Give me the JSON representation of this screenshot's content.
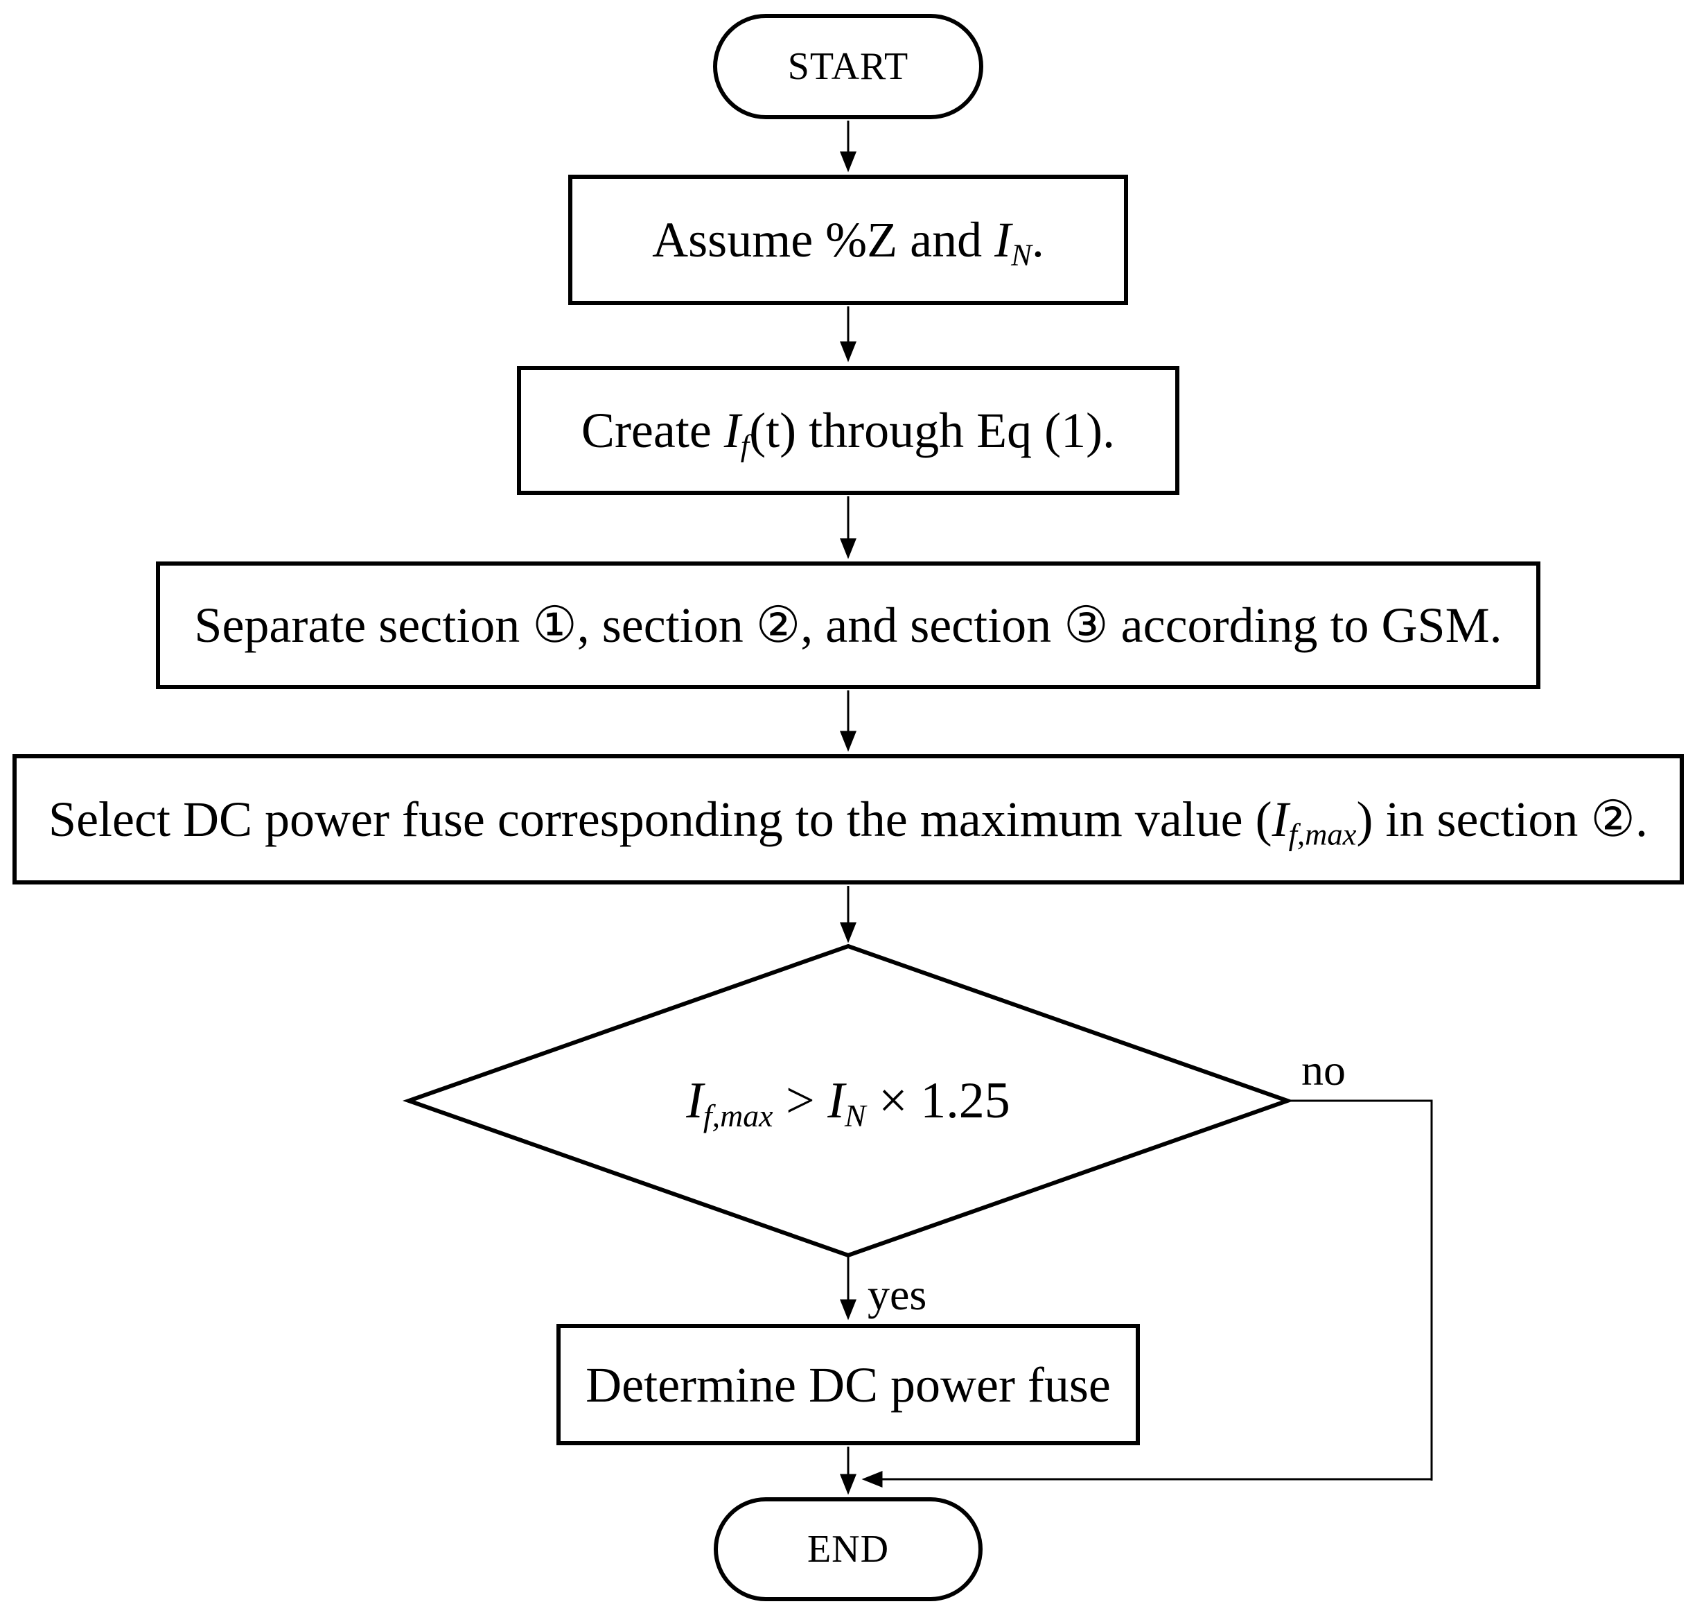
{
  "figure": {
    "type": "flowchart",
    "background_color": "#ffffff",
    "line_color": "#000000",
    "nodes": {
      "start": {
        "shape": "terminator",
        "label": "START"
      },
      "assume": {
        "shape": "process",
        "parts": [
          "Assume %Z and ",
          "I",
          "N",
          "."
        ]
      },
      "create": {
        "shape": "process",
        "parts": [
          "Create ",
          "I",
          "f",
          "(t) through Eq (1)."
        ]
      },
      "separate": {
        "shape": "process",
        "label": "Separate section ①, section ②, and section ③ according to GSM."
      },
      "select": {
        "shape": "process",
        "parts": [
          "Select DC power fuse corresponding to the maximum value (",
          "I",
          "f,max",
          ") in section ②."
        ]
      },
      "decision": {
        "shape": "decision",
        "parts": [
          "I",
          "f,max",
          " > ",
          "I",
          "N",
          " × 1.25"
        ]
      },
      "determine": {
        "shape": "process",
        "label": "Determine DC power fuse"
      },
      "end": {
        "shape": "terminator",
        "label": "END"
      }
    },
    "edges": {
      "yes_label": "yes",
      "no_label": "no"
    }
  }
}
